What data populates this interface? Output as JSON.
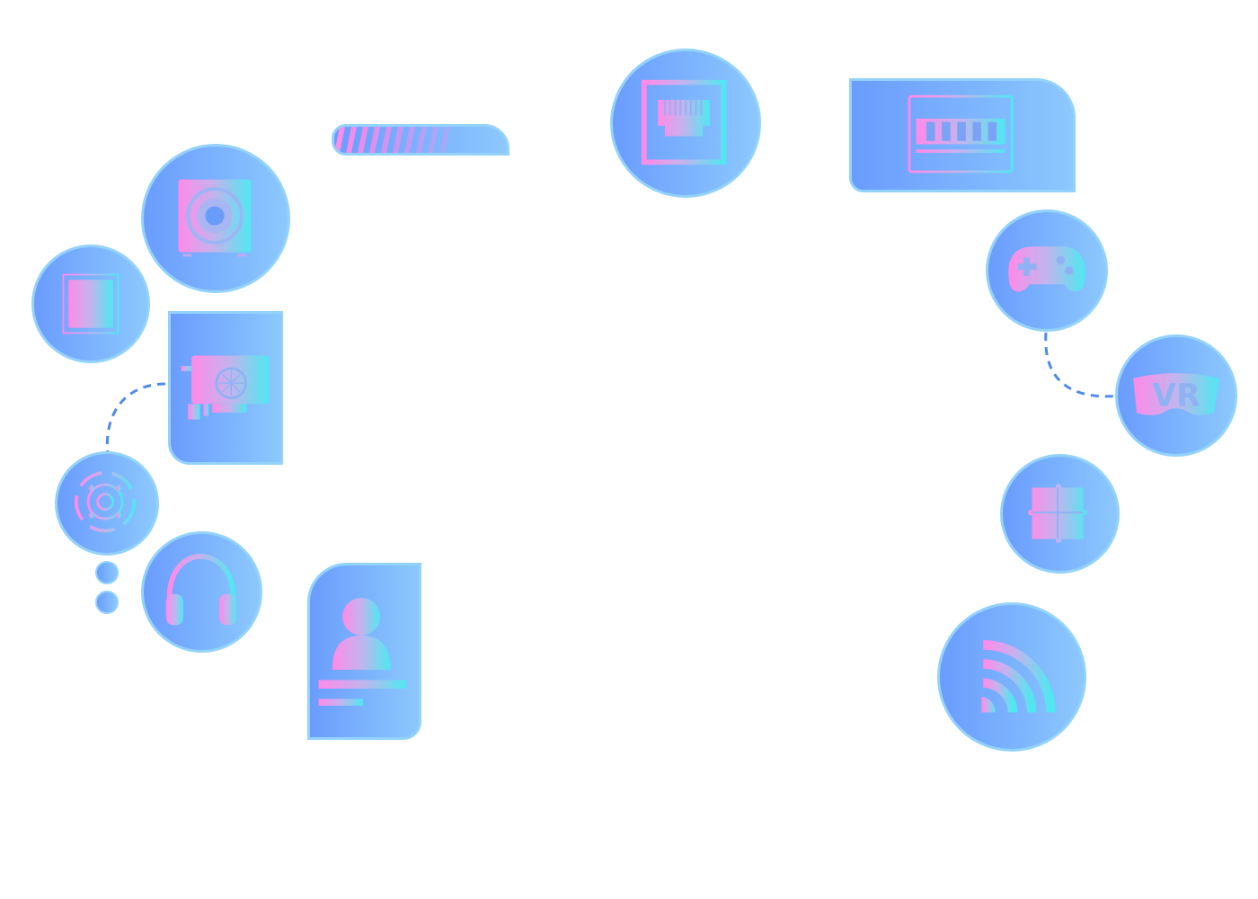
{
  "colors": {
    "node_start": "#6a9cfd",
    "node_end": "#8cc8fd",
    "node_border": "#93d2fb",
    "icon_pink": "#ff8ae8",
    "icon_cyan": "#4fe8f0",
    "connector": "#4f8ae8"
  },
  "download_progress": {
    "percent": 62
  },
  "nodes": [
    {
      "id": "speaker",
      "icon": "speaker-icon"
    },
    {
      "id": "cpu",
      "icon": "cpu-chip-icon"
    },
    {
      "id": "gpu",
      "icon": "graphics-card-icon"
    },
    {
      "id": "settings",
      "icon": "gear-icon"
    },
    {
      "id": "headphones",
      "icon": "headphones-icon"
    },
    {
      "id": "profile",
      "icon": "user-profile-icon"
    },
    {
      "id": "ethernet",
      "icon": "ethernet-port-icon"
    },
    {
      "id": "ram",
      "icon": "ram-module-icon"
    },
    {
      "id": "gamepad",
      "icon": "gamepad-icon"
    },
    {
      "id": "vr",
      "icon": "vr-headset-icon",
      "glyph": "VR"
    },
    {
      "id": "puzzle",
      "icon": "puzzle-icon"
    },
    {
      "id": "wireless",
      "icon": "wireless-signal-icon"
    }
  ],
  "pagination_dots": 2
}
